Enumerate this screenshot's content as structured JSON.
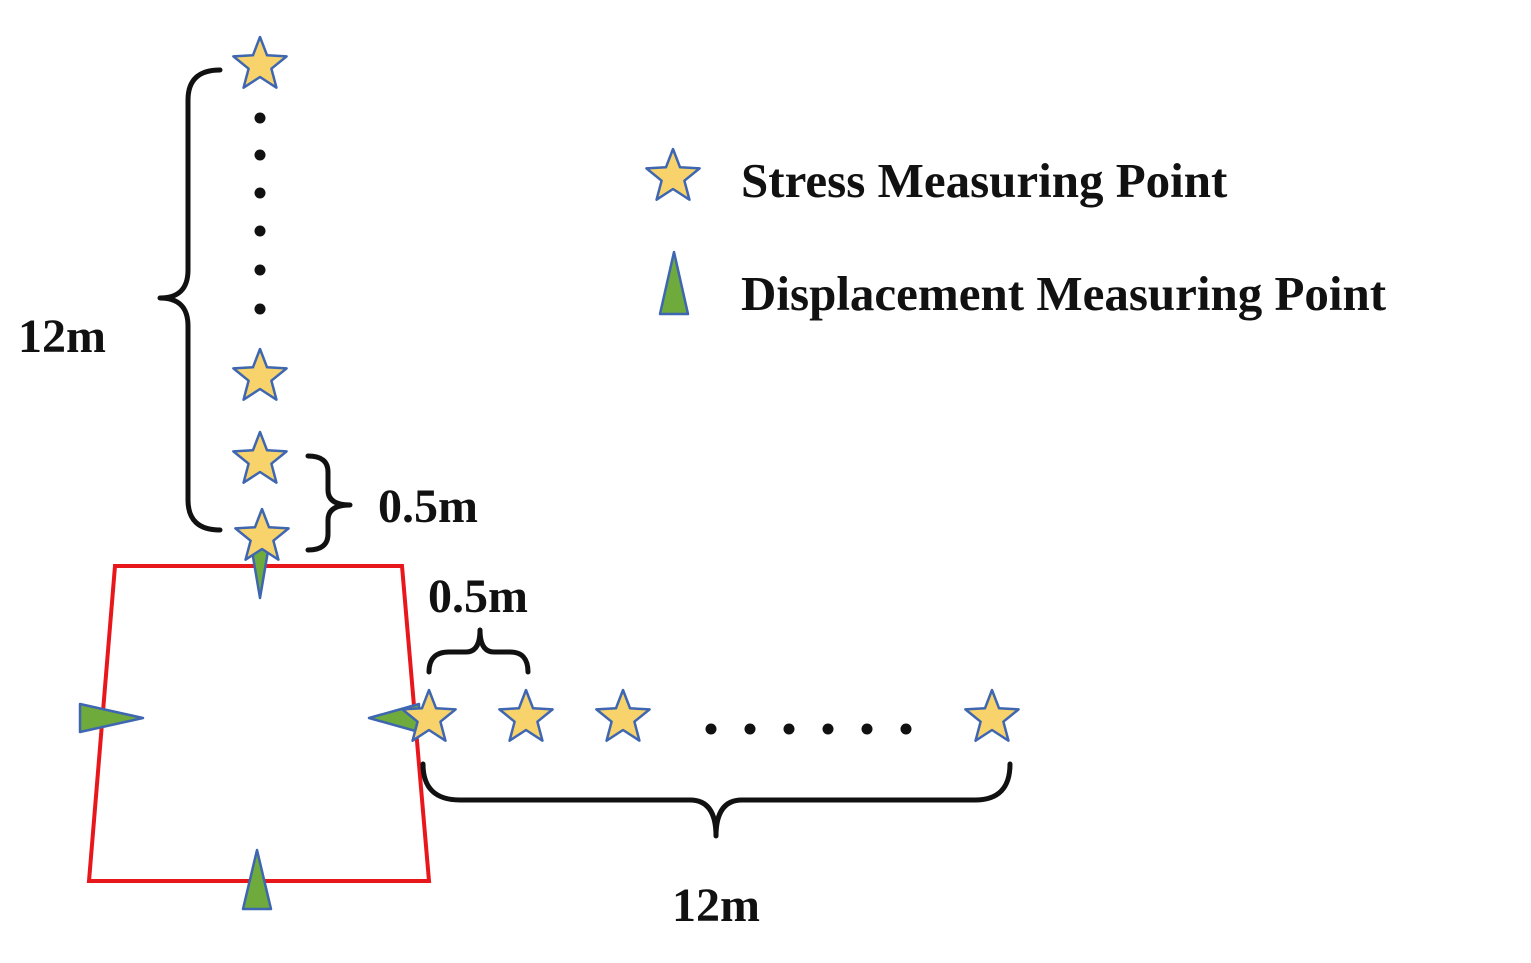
{
  "legend": {
    "stress_label": "Stress Measuring Point",
    "displacement_label": "Displacement Measuring Point",
    "stress_icon": "star-icon",
    "displacement_icon": "triangle-icon"
  },
  "labels": {
    "vertical_extent": "12m",
    "vertical_spacing": "0.5m",
    "horizontal_spacing": "0.5m",
    "horizontal_extent": "12m"
  },
  "colors": {
    "tunnel_outline": "#e8171c",
    "star_fill": "#f8d36b",
    "star_stroke": "#3f66b0",
    "triangle_fill": "#6faa3d",
    "triangle_stroke": "#3f66b0",
    "bracket": "#111111"
  }
}
